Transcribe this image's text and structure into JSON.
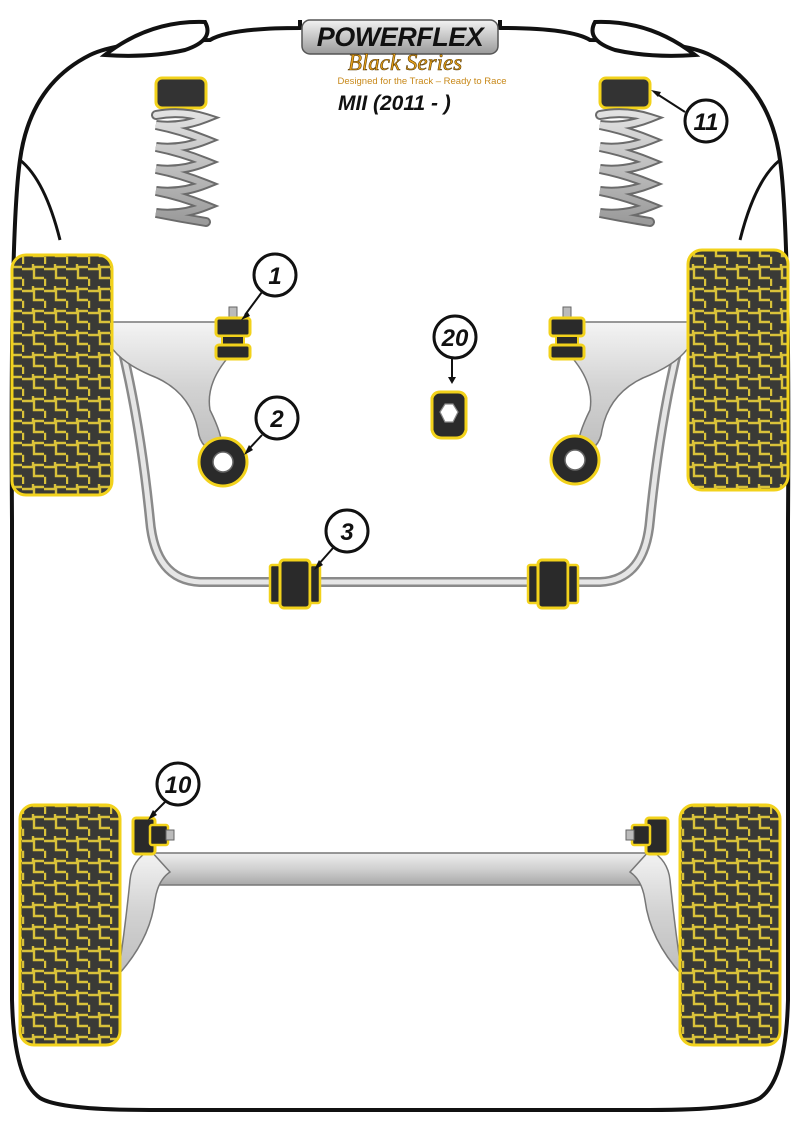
{
  "logo": {
    "brand": "POWERFLEX",
    "series": "Black Series",
    "tagline": "Designed for the Track – Ready to Race"
  },
  "model": "MII (2011 - )",
  "callouts": [
    "1",
    "2",
    "3",
    "10",
    "11",
    "20"
  ],
  "colors": {
    "bush_yellow": "#f2d21b",
    "bush_dark": "#2a2a2a",
    "arm_grey": "#cfcfcf",
    "spring_grey": "#b8b8b8",
    "tyre_dark": "#4a4a44"
  }
}
